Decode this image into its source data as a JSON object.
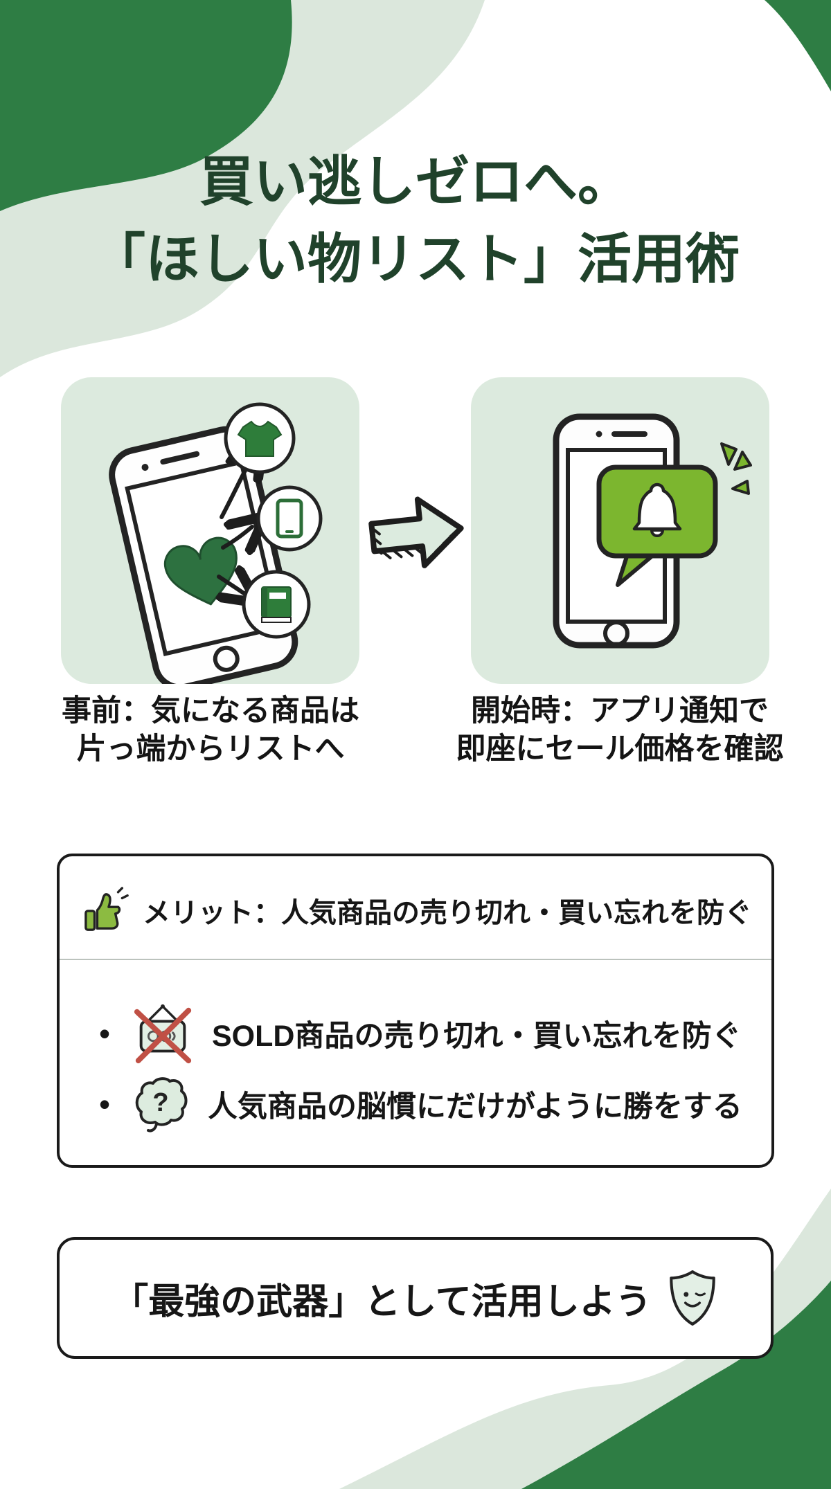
{
  "colors": {
    "dark_green": "#2e7d44",
    "light_green_band": "#dbe7dc",
    "panel_green": "#dceade",
    "bright_green": "#7cb62f",
    "icon_green": "#2e7d3a",
    "thumb_green": "#8cbb41",
    "title_green": "#20422b",
    "text_black": "#161616",
    "red_cross": "#c05045"
  },
  "title": {
    "line1": "買い逃しゼロへ。",
    "line2": "「ほしい物リスト」活用術"
  },
  "steps": [
    {
      "caption": {
        "line1": "事前：気になる商品は",
        "line2": "片っ端からリストへ"
      },
      "illustration": "phone-with-heart-sending-items-to-list"
    },
    {
      "caption": {
        "line1": "開始時：アプリ通知で",
        "line2": "即座にセール価格を確認"
      },
      "illustration": "phone-with-notification-bell-bubble"
    }
  ],
  "merit_box": {
    "bullet_glyph": "•",
    "header": {
      "icon": "thumbs-up-icon",
      "text": "メリット：人気商品の売り切れ・買い忘れを防ぐ"
    },
    "bullets": [
      {
        "icon": "sold-sign-crossed-icon",
        "text": "SOLD商品の売り切れ・買い忘れを防ぐ"
      },
      {
        "icon": "brain-question-icon",
        "icon_glyph": "?",
        "text": "人気商品の脳慣にだけがように勝をする"
      }
    ]
  },
  "cta_box": {
    "text": "「最強の武器」として活用しよう",
    "icon": "winking-shield-icon"
  }
}
